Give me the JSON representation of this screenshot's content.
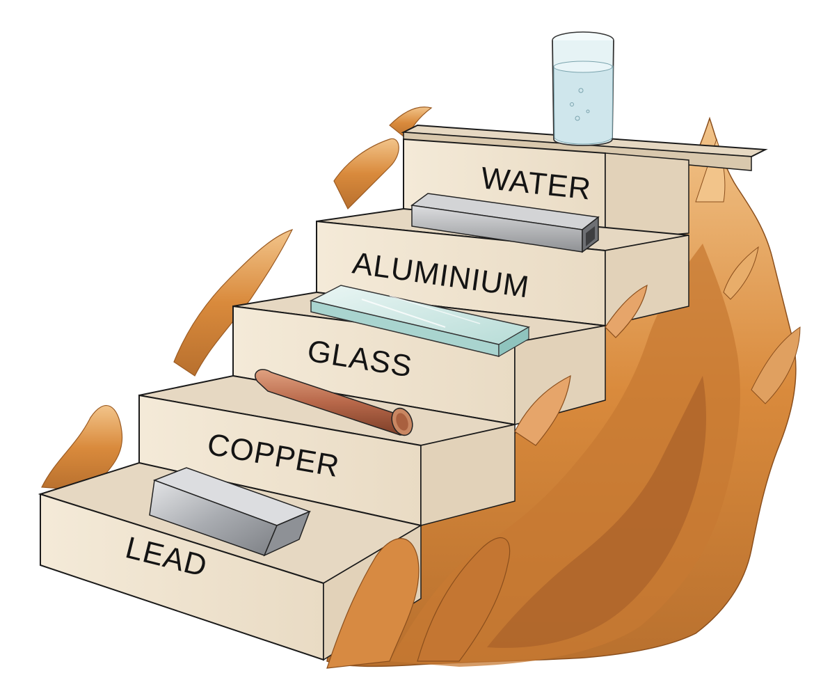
{
  "steps": [
    {
      "label": "LEAD",
      "object": "lead-ingot"
    },
    {
      "label": "COPPER",
      "object": "copper-rod"
    },
    {
      "label": "GLASS",
      "object": "glass-slab"
    },
    {
      "label": "ALUMINIUM",
      "object": "aluminium-tube"
    },
    {
      "label": "WATER",
      "object": "glass-of-water"
    }
  ],
  "colors": {
    "flame": "#d98a3c",
    "flame_dark": "#9a5a22",
    "flame_light": "#f2c48a",
    "stone": "#efe3d0",
    "stone_top": "#e6d8c2",
    "stone_edge": "#1a1a1a",
    "copper": "#b86b45",
    "lead": "#b9bcc0",
    "aluminium": "#a9abae",
    "glass": "#cfe9e6",
    "water": "#dceef2"
  }
}
